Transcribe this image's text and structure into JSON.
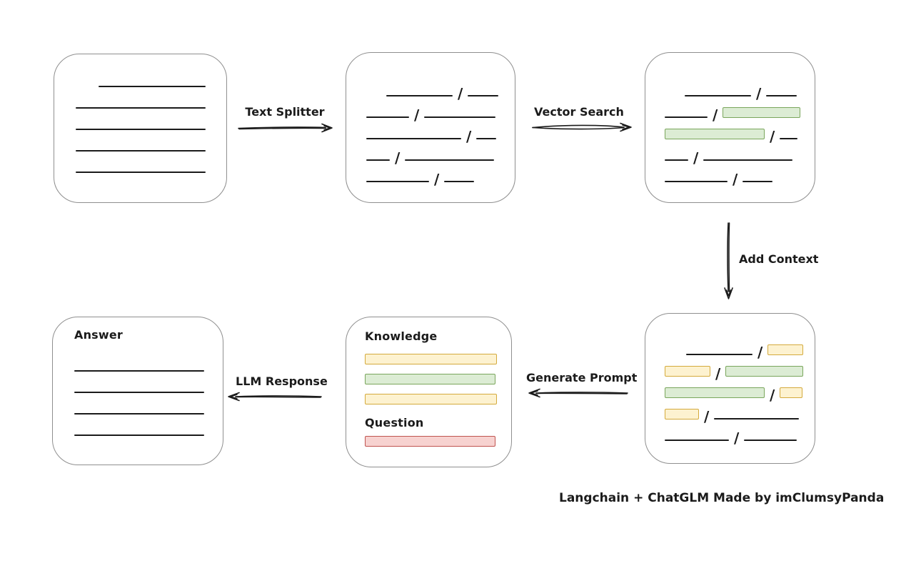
{
  "caption": "Langchain + ChatGLM Made by imClumsyPanda",
  "slash": "/",
  "colors": {
    "line": "#1b1b1b",
    "box_border": "#8f8f8f",
    "green_fill": "#dcecd4",
    "green_border": "#7aa65c",
    "yellow_fill": "#fdf2d0",
    "yellow_border": "#d4aa3c",
    "red_fill": "#f7d2d0",
    "red_border": "#c05450"
  },
  "arrows": {
    "text_splitter": {
      "label": "Text Splitter",
      "direction": "right"
    },
    "vector_search": {
      "label": "Vector Search",
      "direction": "right"
    },
    "add_context": {
      "label": "Add Context",
      "direction": "down"
    },
    "generate_prompt": {
      "label": "Generate Prompt",
      "direction": "left"
    },
    "llm_response": {
      "label": "LLM Response",
      "direction": "left"
    }
  },
  "nodes": {
    "document": {
      "lines": [
        {
          "ind": 32,
          "w": 150
        },
        {
          "w": 182
        },
        {
          "w": 182
        },
        {
          "w": 182
        },
        {
          "w": 182
        }
      ]
    },
    "chunks": {
      "rows": [
        [
          {
            "k": "line",
            "w": 93,
            "ind": 28
          },
          {
            "k": "s"
          },
          {
            "k": "line",
            "w": 43
          }
        ],
        [
          {
            "k": "line",
            "w": 60
          },
          {
            "k": "s"
          },
          {
            "k": "line",
            "w": 100
          }
        ],
        [
          {
            "k": "line",
            "w": 133
          },
          {
            "k": "s"
          },
          {
            "k": "line",
            "w": 28
          }
        ],
        [
          {
            "k": "line",
            "w": 33
          },
          {
            "k": "s"
          },
          {
            "k": "line",
            "w": 125
          }
        ],
        [
          {
            "k": "line",
            "w": 88
          },
          {
            "k": "s"
          },
          {
            "k": "line",
            "w": 42
          }
        ]
      ]
    },
    "matched_chunks": {
      "rows": [
        [
          {
            "k": "line",
            "w": 93,
            "ind": 28
          },
          {
            "k": "s"
          },
          {
            "k": "line",
            "w": 43
          }
        ],
        [
          {
            "k": "line",
            "w": 60
          },
          {
            "k": "s"
          },
          {
            "k": "green",
            "w": 107
          }
        ],
        [
          {
            "k": "green",
            "w": 138
          },
          {
            "k": "s"
          },
          {
            "k": "line",
            "w": 25
          }
        ],
        [
          {
            "k": "line",
            "w": 33
          },
          {
            "k": "s"
          },
          {
            "k": "line",
            "w": 125
          }
        ],
        [
          {
            "k": "line",
            "w": 88
          },
          {
            "k": "s"
          },
          {
            "k": "line",
            "w": 42
          }
        ]
      ]
    },
    "context_chunks": {
      "rows": [
        [
          {
            "k": "line",
            "w": 93,
            "ind": 30
          },
          {
            "k": "s"
          },
          {
            "k": "yellow",
            "w": 48
          }
        ],
        [
          {
            "k": "yellow",
            "w": 62
          },
          {
            "k": "s"
          },
          {
            "k": "green",
            "w": 107
          }
        ],
        [
          {
            "k": "green",
            "w": 138
          },
          {
            "k": "s"
          },
          {
            "k": "yellow",
            "w": 30
          }
        ],
        [
          {
            "k": "yellow",
            "w": 46
          },
          {
            "k": "s"
          },
          {
            "k": "line",
            "w": 119
          }
        ],
        [
          {
            "k": "line",
            "w": 90
          },
          {
            "k": "s"
          },
          {
            "k": "line",
            "w": 74
          }
        ]
      ]
    },
    "prompt": {
      "knowledge_label": "Knowledge",
      "question_label": "Question",
      "knowledge_bars": [
        {
          "k": "yellow",
          "w": 183
        },
        {
          "k": "green",
          "w": 181
        },
        {
          "k": "yellow",
          "w": 183
        }
      ],
      "question_bars": [
        {
          "k": "red",
          "w": 181
        }
      ]
    },
    "answer": {
      "label": "Answer",
      "lines": [
        {
          "w": 182
        },
        {
          "w": 182
        },
        {
          "w": 182
        },
        {
          "w": 182
        }
      ]
    }
  }
}
